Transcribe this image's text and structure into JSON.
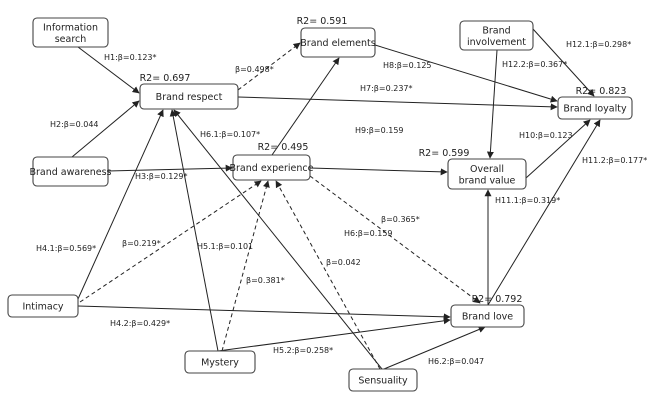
{
  "diagram": {
    "type": "structural-equation-model",
    "nodes": [
      {
        "id": "info_search",
        "lines": [
          "Information",
          "search"
        ]
      },
      {
        "id": "brand_awareness",
        "lines": [
          "Brand awareness"
        ]
      },
      {
        "id": "intimacy",
        "lines": [
          "Intimacy"
        ]
      },
      {
        "id": "mystery",
        "lines": [
          "Mystery"
        ]
      },
      {
        "id": "sensuality",
        "lines": [
          "Sensuality"
        ]
      },
      {
        "id": "brand_respect",
        "lines": [
          "Brand respect"
        ],
        "r2": "R2= 0.697"
      },
      {
        "id": "brand_elements",
        "lines": [
          "Brand elements"
        ],
        "r2": "R2= 0.591"
      },
      {
        "id": "brand_experience",
        "lines": [
          "Brand experience"
        ],
        "r2": "R2= 0.495"
      },
      {
        "id": "brand_involvement",
        "lines": [
          "Brand",
          "involvement"
        ]
      },
      {
        "id": "overall_brand_value",
        "lines": [
          "Overall",
          "brand value"
        ],
        "r2": "R2= 0.599"
      },
      {
        "id": "brand_love",
        "lines": [
          "Brand love"
        ],
        "r2": "R2= 0.792"
      },
      {
        "id": "brand_loyalty",
        "lines": [
          "Brand loyalty"
        ],
        "r2": "R2= 0.823"
      }
    ],
    "edges": [
      {
        "from": "info_search",
        "to": "brand_respect",
        "label": "H1:β=0.123*",
        "style": "solid"
      },
      {
        "from": "brand_awareness",
        "to": "brand_respect",
        "label": "H2:β=0.044",
        "style": "solid"
      },
      {
        "from": "brand_awareness",
        "to": "brand_experience",
        "label": "H3:β=0.129*",
        "style": "solid"
      },
      {
        "from": "intimacy",
        "to": "brand_respect",
        "label": "H4.1:β=0.569*",
        "style": "solid"
      },
      {
        "from": "intimacy",
        "to": "brand_love",
        "label": "H4.2:β=0.429*",
        "style": "solid"
      },
      {
        "from": "intimacy",
        "to": "brand_experience",
        "label": "β=0.219*",
        "style": "dashed"
      },
      {
        "from": "mystery",
        "to": "brand_respect",
        "label": "H5.1:β=0.101",
        "style": "solid"
      },
      {
        "from": "mystery",
        "to": "brand_love",
        "label": "H5.2:β=0.258*",
        "style": "solid"
      },
      {
        "from": "mystery",
        "to": "brand_experience",
        "label": "β=0.381*",
        "style": "dashed"
      },
      {
        "from": "sensuality",
        "to": "brand_respect",
        "label": "H6.1:β=0.107*",
        "style": "solid"
      },
      {
        "from": "sensuality",
        "to": "brand_love",
        "label": "H6.2:β=0.047",
        "style": "solid"
      },
      {
        "from": "sensuality",
        "to": "brand_experience",
        "label": "β=0.042",
        "style": "dashed"
      },
      {
        "from": "brand_respect",
        "to": "brand_loyalty",
        "label": "H7:β=0.237*",
        "style": "solid"
      },
      {
        "from": "brand_respect",
        "to": "brand_elements",
        "label": "β=0.498*",
        "style": "dashed"
      },
      {
        "from": "brand_elements",
        "to": "brand_loyalty",
        "label": "H8:β=0.125",
        "style": "solid"
      },
      {
        "from": "brand_experience",
        "to": "brand_elements",
        "label": "",
        "style": "solid"
      },
      {
        "from": "brand_experience",
        "to": "overall_brand_value",
        "label": "H9:β=0.159",
        "style": "solid"
      },
      {
        "from": "brand_experience",
        "to": "brand_love",
        "label": "β=0.365*",
        "style": "dashed"
      },
      {
        "from": "brand_experience",
        "to": "brand_love",
        "label": "H6:β=0.159",
        "style": "dashed",
        "note": "second label on same dashed path"
      },
      {
        "from": "overall_brand_value",
        "to": "brand_loyalty",
        "label": "H10:β=0.123",
        "style": "solid"
      },
      {
        "from": "brand_love",
        "to": "overall_brand_value",
        "label": "H11.1:β=0.319*",
        "style": "solid"
      },
      {
        "from": "brand_love",
        "to": "brand_loyalty",
        "label": "H11.2:β=0.177*",
        "style": "solid"
      },
      {
        "from": "brand_involvement",
        "to": "brand_loyalty",
        "label": "H12.1:β=0.298*",
        "style": "solid"
      },
      {
        "from": "brand_involvement",
        "to": "overall_brand_value",
        "label": "H12.2:β=0.367*",
        "style": "solid"
      }
    ]
  }
}
